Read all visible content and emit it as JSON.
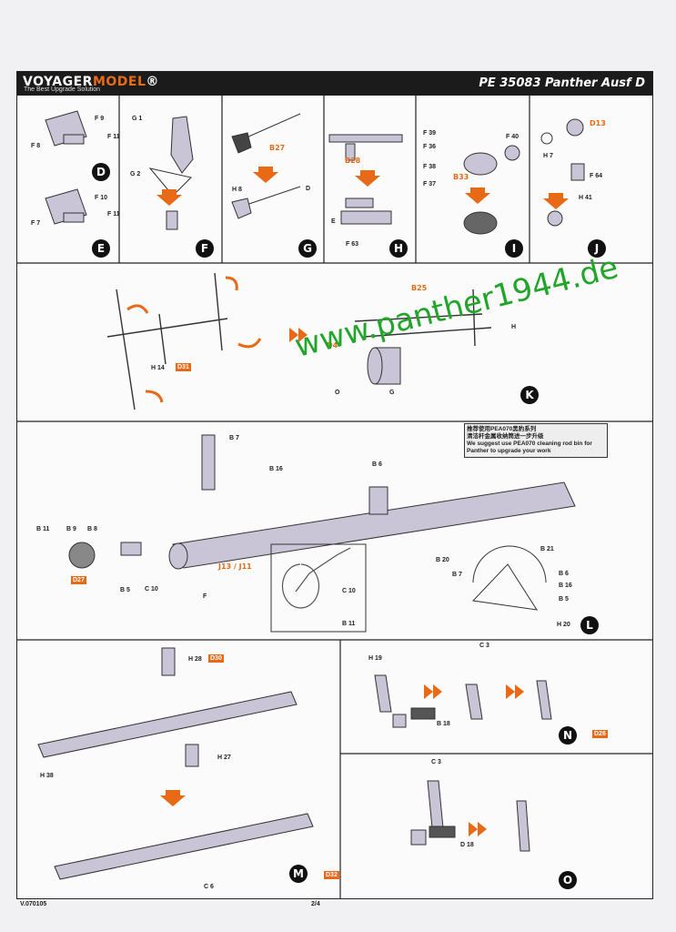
{
  "header": {
    "brand_a": "VOYAGER",
    "brand_b": "MODEL",
    "brand_reg": "®",
    "tagline": "The Best Upgrade Solution",
    "product": "PE 35083 Panther Ausf D"
  },
  "steps": {
    "D": {
      "letter": "D",
      "labels": [
        "F 9",
        "F 11",
        "F 8"
      ]
    },
    "E": {
      "letter": "E",
      "labels": [
        "F 10",
        "F 11",
        "F 7"
      ]
    },
    "F": {
      "letter": "F",
      "labels": [
        "G 1",
        "G 2"
      ]
    },
    "G": {
      "letter": "G",
      "orange": "B27",
      "labels": [
        "H 8",
        "D"
      ]
    },
    "H": {
      "letter": "H",
      "orange": "B28",
      "labels": [
        "E",
        "F 63"
      ]
    },
    "I": {
      "letter": "I",
      "orange": "B33",
      "labels": [
        "F 39",
        "F 36",
        "F 38",
        "F 37",
        "F 40"
      ]
    },
    "J": {
      "letter": "J",
      "orange": "D13",
      "labels": [
        "H 7",
        "F 64",
        "H 41"
      ]
    },
    "K": {
      "letter": "K",
      "orange_a": "B25",
      "orange_b": "D4",
      "badge": "D31",
      "labels": [
        "H 14",
        "H",
        "O",
        "G"
      ]
    },
    "L": {
      "letter": "L",
      "badge": "D27",
      "orange": "J13 / J11",
      "labels": [
        "B 7",
        "B 16",
        "B 6",
        "B 11",
        "B 9",
        "B 8",
        "B 5",
        "C 10",
        "F",
        "C 10",
        "B 11",
        "B 20",
        "B 7",
        "B 21",
        "B 6",
        "B 16",
        "B 5",
        "H 20"
      ]
    },
    "M": {
      "letter": "M",
      "badge": "D32",
      "labels": [
        "H 28",
        "H 27",
        "H 38",
        "C 6"
      ],
      "badge_b": "D30"
    },
    "N": {
      "letter": "N",
      "badge": "D26",
      "labels": [
        "H 19",
        "C 3",
        "B 18"
      ]
    },
    "O": {
      "letter": "O",
      "labels": [
        "C 3",
        "D 18"
      ]
    }
  },
  "note": {
    "cn_1": "推荐使用PEA070黑豹系列",
    "cn_2": "清洁杆金属收纳筒进一步升级",
    "en": "We suggest use PEA070 cleaning rod bin for Panther to upgrade your work"
  },
  "watermark": "www.panther1944.de",
  "footer": {
    "version": "V.070105",
    "page": "2/4"
  },
  "colors": {
    "accent": "#e86a16",
    "part": "#c9c4d6",
    "watermark": "#22a62a"
  }
}
